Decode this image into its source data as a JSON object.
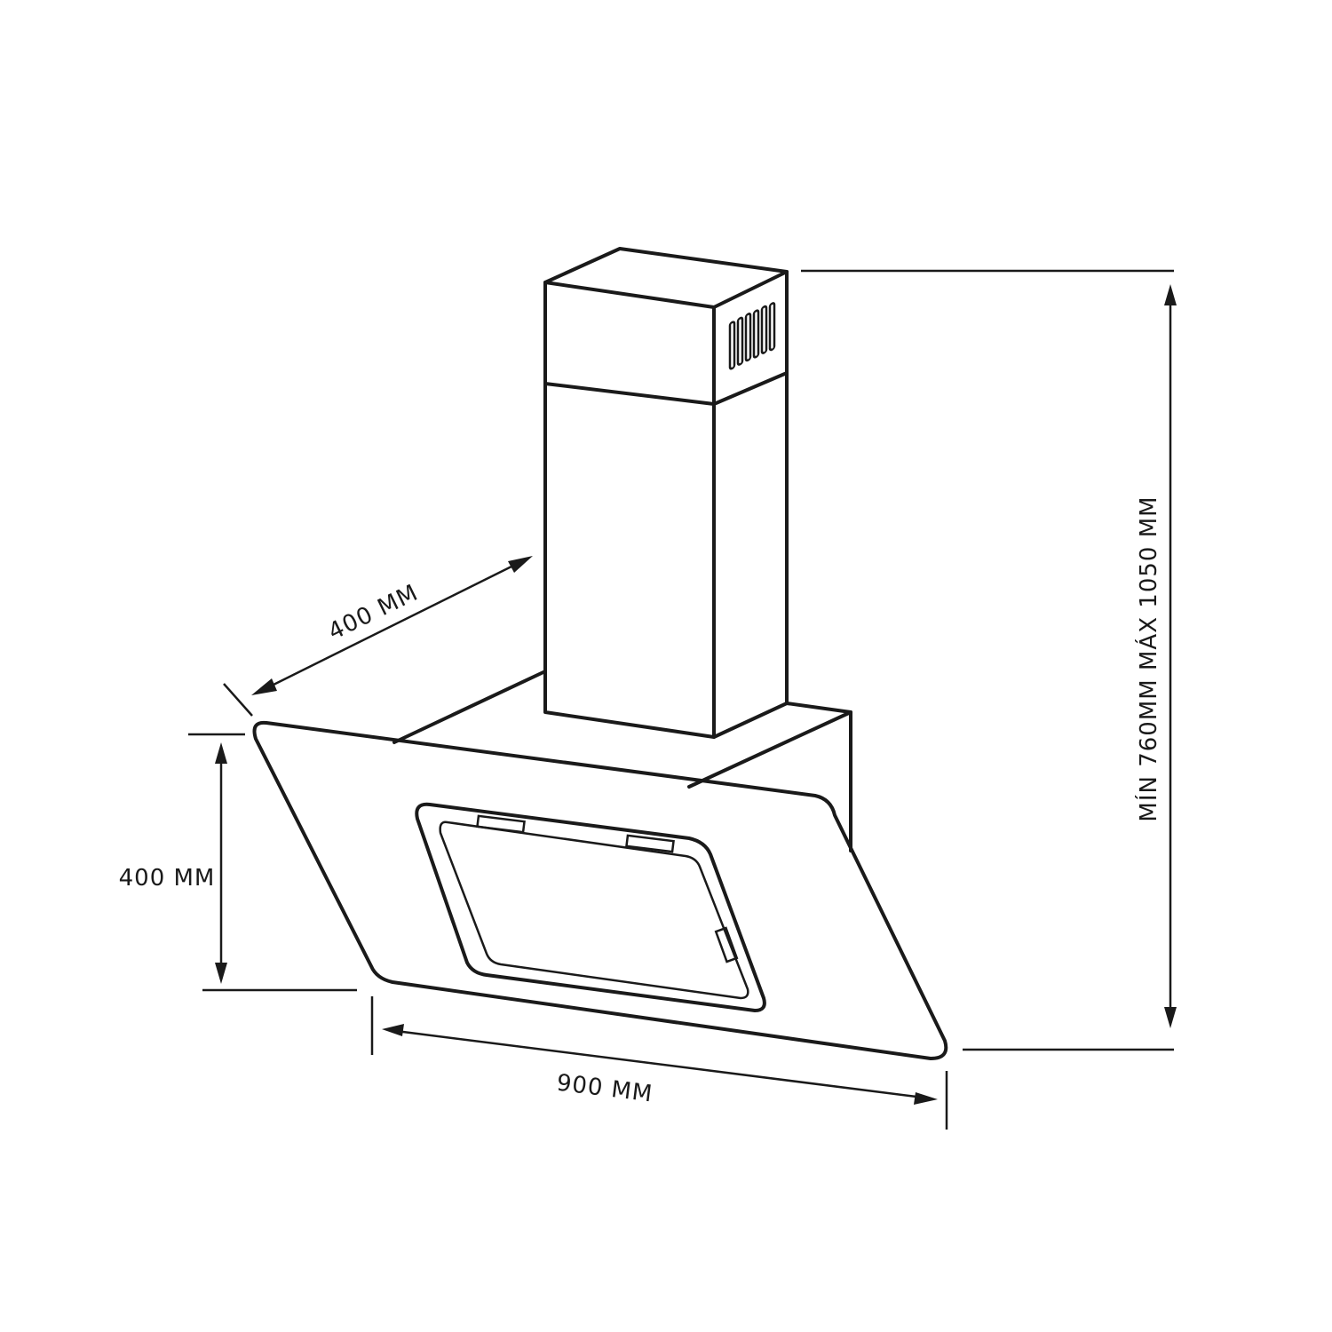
{
  "dimensions": {
    "depth_label": "400 MM",
    "glass_height_label": "400 MM",
    "width_label": "900 MM",
    "total_height_label": "MÍN 760MM MÁX 1050 MM"
  },
  "colors": {
    "line": "#1a1a1a",
    "background": "#ffffff"
  }
}
